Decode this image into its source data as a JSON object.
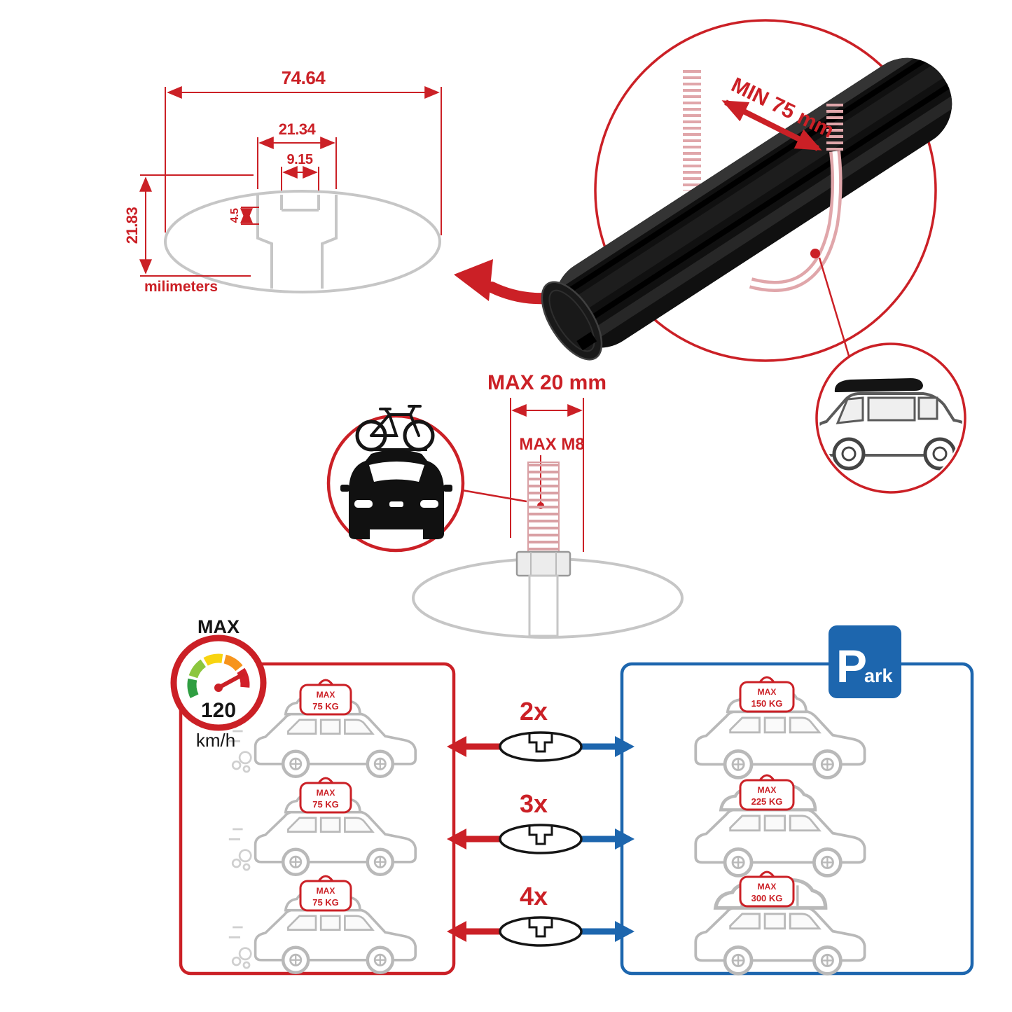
{
  "colors": {
    "accent_red": "#CB2026",
    "accent_blue": "#1D66AE",
    "line_gray": "#C6C6C6",
    "bar_black": "#101010"
  },
  "profile_dimensions": {
    "total_width": "74.64",
    "channel_width": "21.34",
    "slot_width": "9.15",
    "lip_depth": "4.5",
    "height": "21.83",
    "units_label": "milimeters"
  },
  "clamp_detail": {
    "min_grip_label": "MIN 75 mm"
  },
  "bolt_detail": {
    "max_length_label": "MAX 20 mm",
    "max_thread_label": "MAX M8"
  },
  "speed_limit": {
    "caption": "MAX",
    "value": "120",
    "unit": "km/h"
  },
  "comparison": {
    "multipliers": [
      "2x",
      "3x",
      "4x"
    ],
    "tag_caption": "MAX",
    "left_loads": [
      "75 KG",
      "75 KG",
      "75 KG"
    ],
    "right_loads": [
      "150 KG",
      "225 KG",
      "300 KG"
    ]
  },
  "parking_sign": {
    "letter": "P",
    "suffix": "ark"
  }
}
